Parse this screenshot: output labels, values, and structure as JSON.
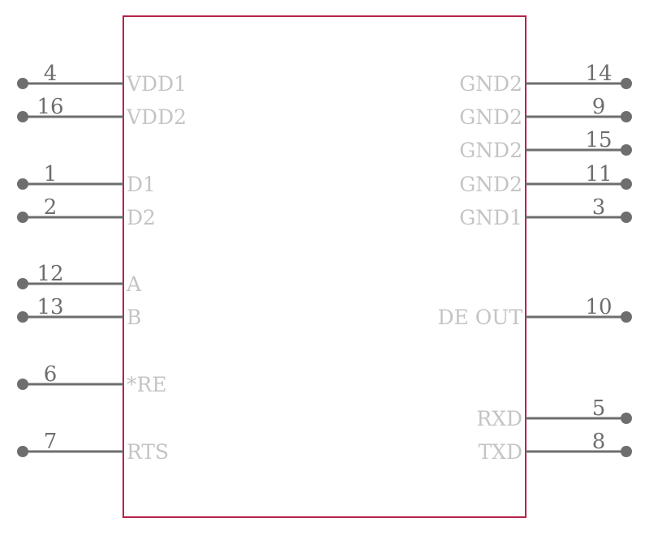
{
  "colors": {
    "body_outline": "#b5234a",
    "pin_line": "#6e6e6e",
    "pin_name_text": "#c4c4c4",
    "pin_number_text": "#6e6e6e",
    "background": "#ffffff"
  },
  "left_pins": [
    {
      "number": "4",
      "name": "VDD1"
    },
    {
      "number": "16",
      "name": "VDD2"
    },
    {
      "number": "1",
      "name": "D1"
    },
    {
      "number": "2",
      "name": "D2"
    },
    {
      "number": "12",
      "name": "A"
    },
    {
      "number": "13",
      "name": "B"
    },
    {
      "number": "6",
      "name": "*RE"
    },
    {
      "number": "7",
      "name": "RTS"
    }
  ],
  "right_pins": [
    {
      "number": "14",
      "name": "GND2"
    },
    {
      "number": "9",
      "name": "GND2"
    },
    {
      "number": "15",
      "name": "GND2"
    },
    {
      "number": "11",
      "name": "GND2"
    },
    {
      "number": "3",
      "name": "GND1"
    },
    {
      "number": "10",
      "name": "DE OUT"
    },
    {
      "number": "5",
      "name": "RXD"
    },
    {
      "number": "8",
      "name": "TXD"
    }
  ]
}
